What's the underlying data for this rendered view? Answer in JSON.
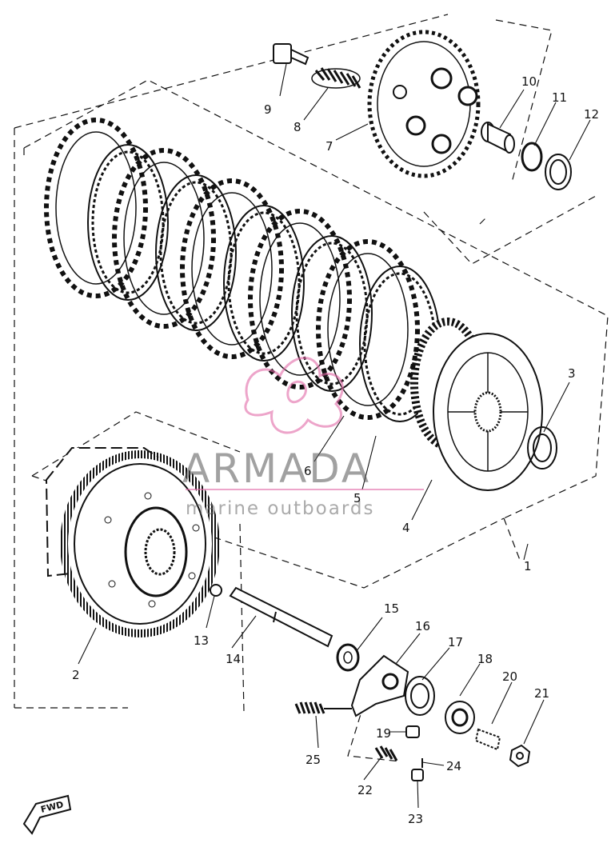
{
  "watermark": {
    "brand": "ARMADA",
    "tagline": "marine outboards",
    "color": "#e26aa8"
  },
  "direction_marker": "FWD",
  "part_labels": [
    "1",
    "2",
    "3",
    "4",
    "5",
    "6",
    "7",
    "8",
    "9",
    "10",
    "11",
    "12",
    "13",
    "14",
    "15",
    "16",
    "17",
    "18",
    "19",
    "20",
    "21",
    "22",
    "23",
    "24",
    "25"
  ]
}
